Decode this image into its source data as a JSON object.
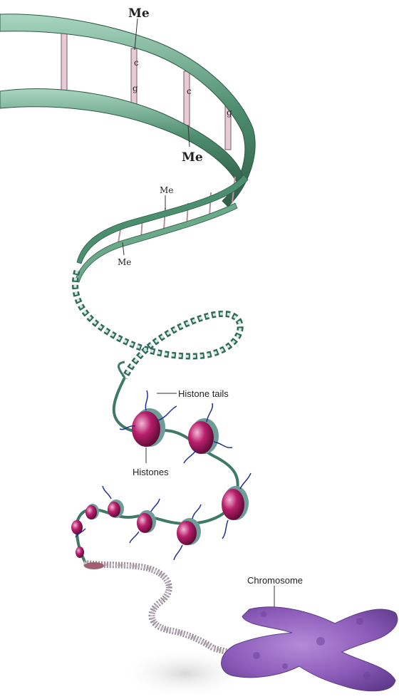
{
  "diagram": {
    "labels": {
      "me_top": "Me",
      "me_middle": "Me",
      "me_upper_small": "Me",
      "me_lower_small": "Me",
      "histone_tails": "Histone tails",
      "histones": "Histones",
      "chromosome": "Chromosome"
    },
    "base_letters": [
      "c",
      "g",
      "c",
      "g"
    ],
    "colors": {
      "dna_backbone": "#3f7a5f",
      "dna_backbone_light": "#8fc2a8",
      "base_rung": "#c9a8b4",
      "histone": "#b21f6a",
      "histone_band": "#7aa7a4",
      "histone_tail": "#1f2f8f",
      "chromosome": "#8a5bb8"
    }
  }
}
